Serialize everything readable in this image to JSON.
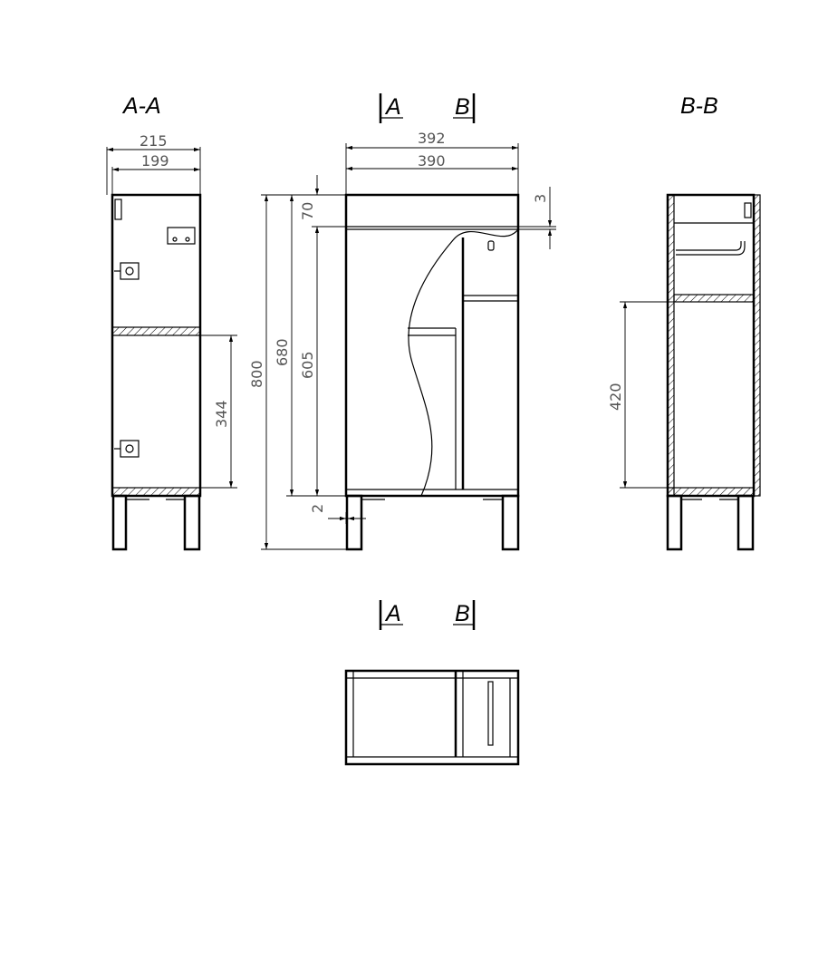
{
  "titles": {
    "section_aa": "A-A",
    "section_bb": "B-B",
    "cut_a": "A",
    "cut_b": "B"
  },
  "dimensions": {
    "depth_outer": "215",
    "depth_inner": "199",
    "shelf_height_aa": "344",
    "total_height": "800",
    "body_height": "680",
    "door_height": "605",
    "top_height": "70",
    "top_gap": "3",
    "door_offset": "2",
    "width_outer": "392",
    "width_inner": "390",
    "shelf_height_bb": "420"
  }
}
